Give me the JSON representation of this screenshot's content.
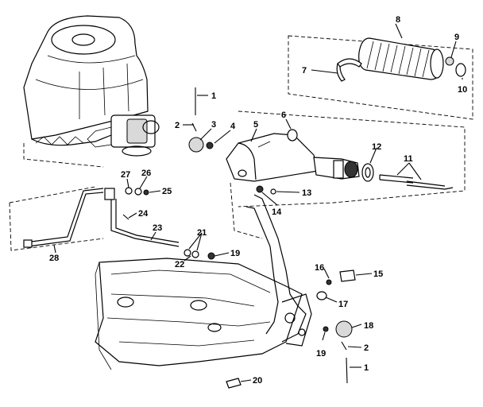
{
  "callouts": [
    {
      "id": "8",
      "text": "8"
    },
    {
      "id": "9",
      "text": "9"
    },
    {
      "id": "7",
      "text": "7"
    },
    {
      "id": "10",
      "text": "10"
    },
    {
      "id": "1a",
      "text": "1"
    },
    {
      "id": "2a",
      "text": "2"
    },
    {
      "id": "3",
      "text": "3"
    },
    {
      "id": "4",
      "text": "4"
    },
    {
      "id": "5",
      "text": "5"
    },
    {
      "id": "6",
      "text": "6"
    },
    {
      "id": "12",
      "text": "12"
    },
    {
      "id": "11",
      "text": "11"
    },
    {
      "id": "13",
      "text": "13"
    },
    {
      "id": "14",
      "text": "14"
    },
    {
      "id": "27",
      "text": "27"
    },
    {
      "id": "26",
      "text": "26"
    },
    {
      "id": "25",
      "text": "25"
    },
    {
      "id": "24",
      "text": "24"
    },
    {
      "id": "23",
      "text": "23"
    },
    {
      "id": "21",
      "text": "21"
    },
    {
      "id": "22",
      "text": "22"
    },
    {
      "id": "19a",
      "text": "19"
    },
    {
      "id": "28",
      "text": "28"
    },
    {
      "id": "16",
      "text": "16"
    },
    {
      "id": "15",
      "text": "15"
    },
    {
      "id": "17",
      "text": "17"
    },
    {
      "id": "18",
      "text": "18"
    },
    {
      "id": "19b",
      "text": "19"
    },
    {
      "id": "2b",
      "text": "2"
    },
    {
      "id": "1b",
      "text": "1"
    },
    {
      "id": "20",
      "text": "20"
    }
  ]
}
